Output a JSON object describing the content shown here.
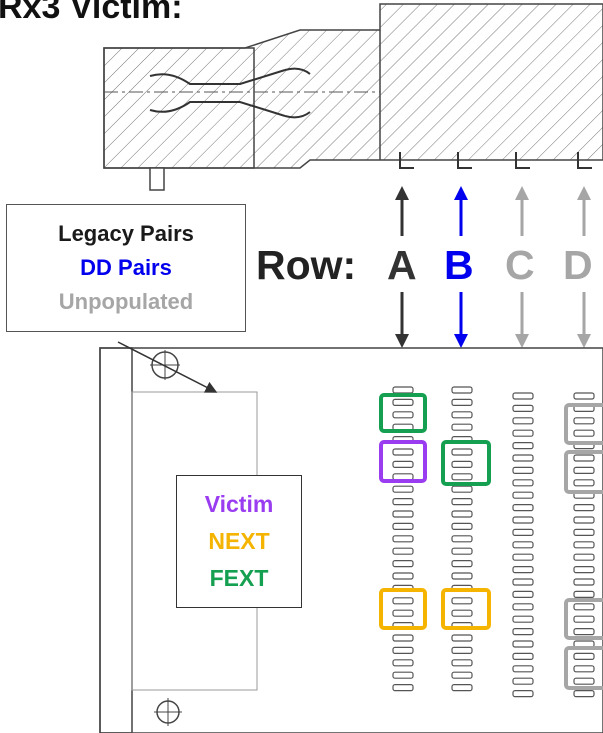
{
  "title": "Rx3 Victim:",
  "legend": {
    "items": [
      {
        "label": "Legacy Pairs",
        "color": "#1a1a1a"
      },
      {
        "label": "DD Pairs",
        "color": "#0000ee"
      },
      {
        "label": "Unpopulated",
        "color": "#a6a6a6"
      }
    ]
  },
  "rows": {
    "label": "Row:",
    "letters": [
      {
        "letter": "A",
        "color": "#333333",
        "kind": "legacy"
      },
      {
        "letter": "B",
        "color": "#0000ee",
        "kind": "dd"
      },
      {
        "letter": "C",
        "color": "#a6a6a6",
        "kind": "unpopulated"
      },
      {
        "letter": "D",
        "color": "#a6a6a6",
        "kind": "unpopulated"
      }
    ]
  },
  "key": {
    "items": [
      {
        "label": "Victim",
        "color": "#9a3cf0"
      },
      {
        "label": "NEXT",
        "color": "#f5b400"
      },
      {
        "label": "FEXT",
        "color": "#14a050"
      }
    ]
  },
  "colors": {
    "victim": "#9a3cf0",
    "next": "#f5b400",
    "fext": "#14a050",
    "unpopulated_box": "#a6a6a6",
    "drawing_line": "#444444"
  }
}
